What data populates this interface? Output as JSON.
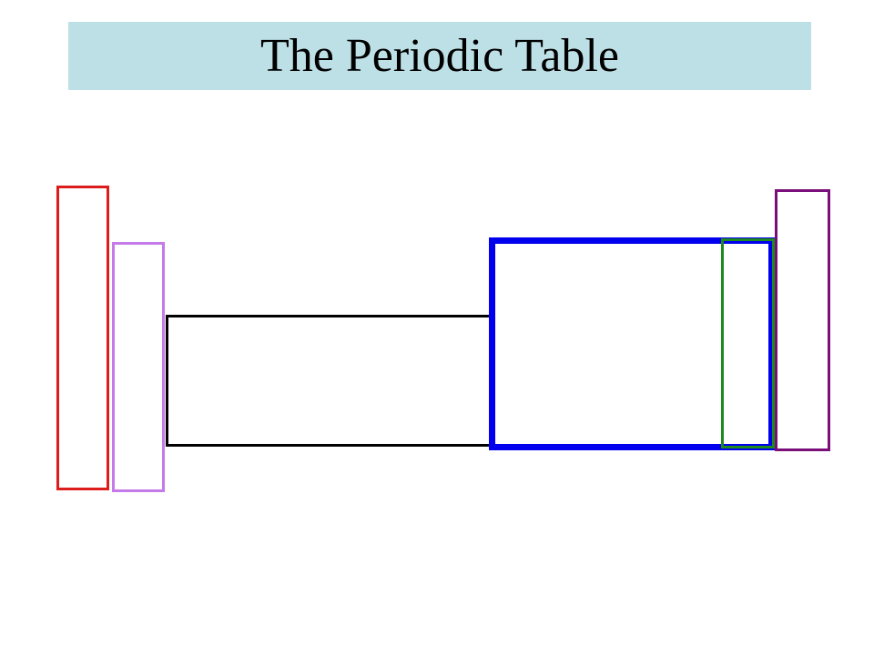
{
  "slide": {
    "title": "The Periodic Table",
    "title_background": "#bde0e6",
    "background": "#ffffff"
  },
  "regions": [
    {
      "id": "s1",
      "color": "#dd1c1c"
    },
    {
      "id": "s2",
      "color": "#c57ae9"
    },
    {
      "id": "d",
      "color": "#000000"
    },
    {
      "id": "p",
      "color": "#0000ee"
    },
    {
      "id": "h",
      "color": "#1d8a1d"
    },
    {
      "id": "ng",
      "color": "#7a0f7a"
    }
  ]
}
